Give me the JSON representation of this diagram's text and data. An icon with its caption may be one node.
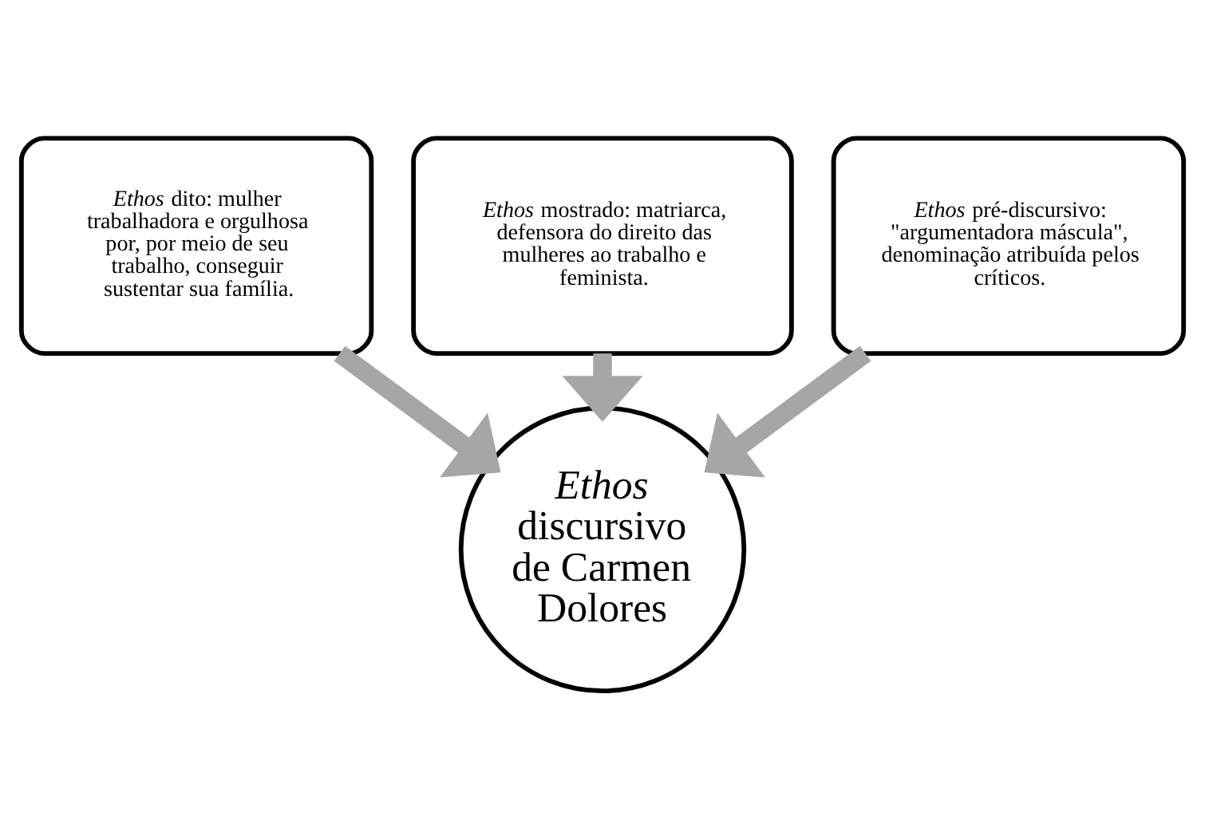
{
  "diagram": {
    "nodes": [
      {
        "text": [
          "*Ethos* dito: mulher trabalhadora e orgulhosa por, por meio de seu trabalho, conseguir sustentar sua família."
        ]
      },
      {
        "text": [
          "*Ethos* mostrado: matriarca, defensora do direito das mulheres ao trabalho e feminista."
        ]
      },
      {
        "text": [
          "*Ethos* pré-discursivo: \"argumentadora máscula\", denominação atribuída pelos críticos."
        ]
      },
      {
        "text": [
          "*Ethos* discursivo de Carmen Dolores"
        ]
      }
    ],
    "edges": [
      {
        "from": 0,
        "to": 3,
        "arrow": "to"
      },
      {
        "from": 1,
        "to": 3,
        "arrow": "to"
      },
      {
        "from": 2,
        "to": 3,
        "arrow": "to"
      }
    ]
  }
}
